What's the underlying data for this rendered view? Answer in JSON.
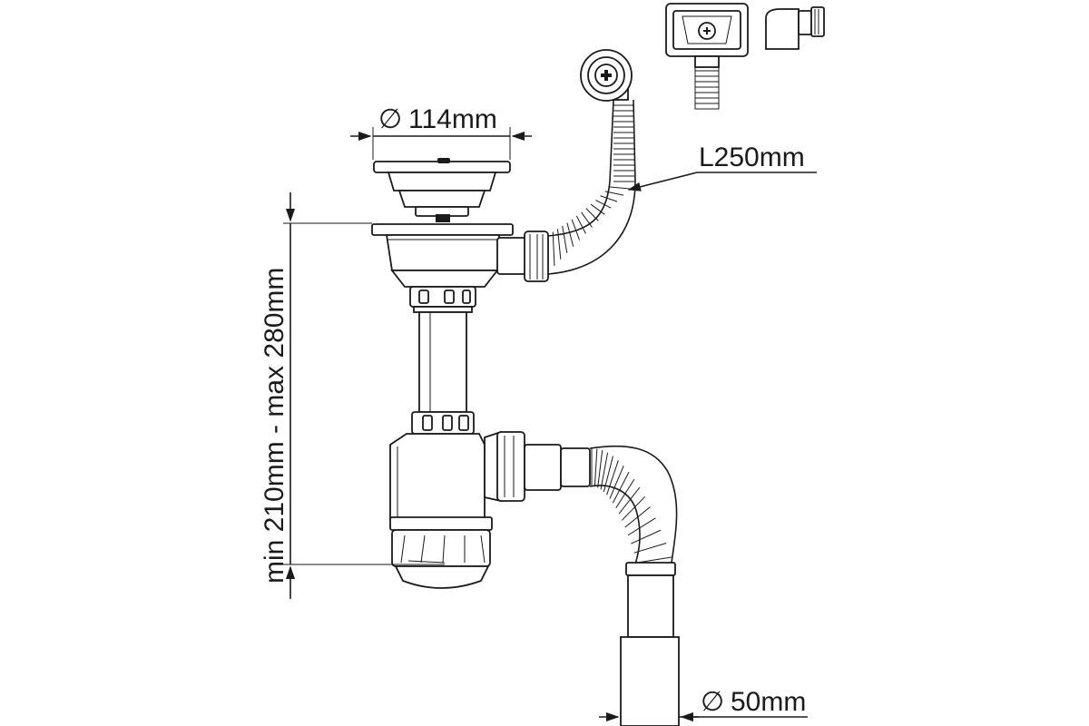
{
  "dimensions": {
    "strainer_diameter": "114mm",
    "overflow_hose_length": "L250mm",
    "outlet_diameter": "50mm",
    "height_range": "min 210mm - max 280mm"
  },
  "symbols": {
    "diameter": "∅"
  },
  "colors": {
    "line": "#1a1a1a",
    "background": "#ffffff"
  }
}
